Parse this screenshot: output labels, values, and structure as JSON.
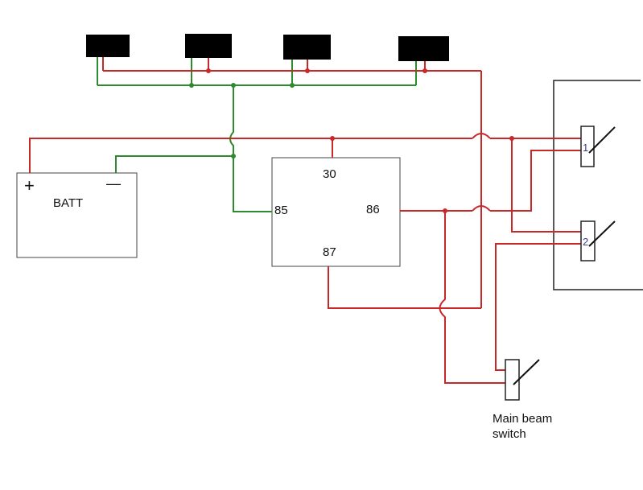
{
  "battery": {
    "label": "BATT",
    "positive_symbol": "+",
    "negative_symbol": "—"
  },
  "relay": {
    "pins": {
      "p30": "30",
      "p85": "85",
      "p86": "86",
      "p87": "87"
    }
  },
  "switches": {
    "one": "1",
    "two": "2"
  },
  "main_beam_switch": {
    "line1": "Main beam",
    "line2": "switch"
  },
  "colors": {
    "red_wire": "#c82828",
    "green_wire": "#2e8a2e",
    "outline": "#444444",
    "lamp": "#000000"
  }
}
